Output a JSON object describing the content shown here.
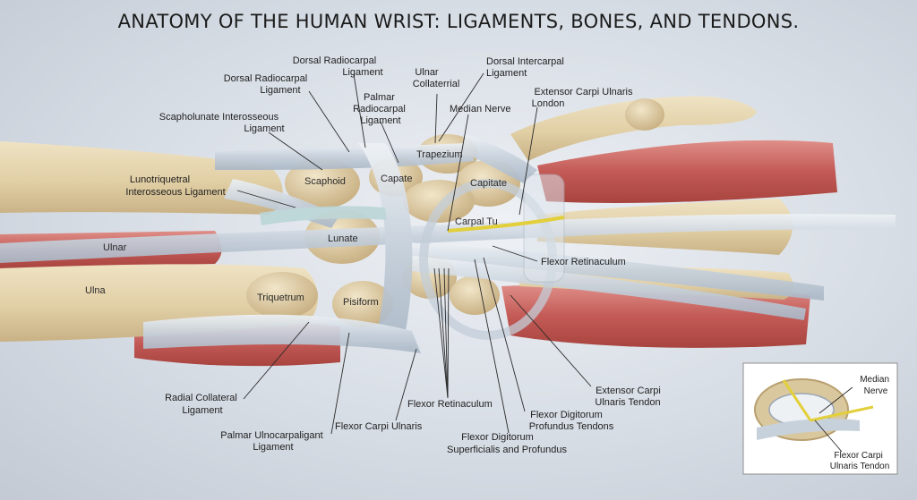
{
  "title": "ANATOMY OF THE HUMAN WRIST: LIGAMENTS, BONES, AND TENDONS.",
  "labels": {
    "dorsal_radiocarpal_1": [
      "Dorsal Radiocarpal",
      "Ligament"
    ],
    "dorsal_radiocarpal_2": [
      "Dorsal Radiocarpal",
      "Ligament"
    ],
    "palmar_radiocarpal": [
      "Palmar",
      "Radiocarpal",
      "Ligament"
    ],
    "ulnar_collateral": [
      "Ulnar",
      "Collaterrial"
    ],
    "dorsal_intercarpal": [
      "Dorsal Intercarpal",
      "Ligament"
    ],
    "median_nerve": [
      "Median Nerve"
    ],
    "extensor_carpi_ulnaris_london": [
      "Extensor Carpi Ulnaris",
      "London"
    ],
    "scapholunate": [
      "Scapholunate Interosseous",
      "Ligament"
    ],
    "lunotriquetral": [
      "Lunotriquetral",
      "Interosseous Ligament"
    ],
    "flexor_retinaculum_right": [
      "Flexor Retinaculum"
    ],
    "radial_collateral": [
      "Radial Collateral",
      "Ligament"
    ],
    "palmar_ulnocarpal": [
      "Palmar Ulnocarpaligant",
      "Ligament"
    ],
    "flexor_carpi_ulnaris": [
      "Flexor Carpi Ulnaris"
    ],
    "flexor_retinaculum_bottom": [
      "Flexor Retinaculum"
    ],
    "flexor_digitorum_sup": [
      "Flexor Digitorum",
      "Superficialis and Profundus"
    ],
    "flexor_digitorum_prof": [
      "Flexor Digitorum",
      "Profundus Tendons"
    ],
    "extensor_carpi_ulnaris_tendon": [
      "Extensor Carpi",
      "Ulnaris Tendon"
    ]
  },
  "bone_labels": {
    "scaphoid": "Scaphoid",
    "capate": "Capate",
    "trapezium": "Trapezium",
    "capitate": "Capitate",
    "lunate": "Lunate",
    "carpal_tu": "Carpal Tu",
    "ulnar": "Ulnar",
    "ulna": "Ulna",
    "triquetrum": "Triquetrum",
    "pisiform": "Pisiform"
  },
  "inset": {
    "median_nerve": [
      "Median",
      "Nerve"
    ],
    "flexor_carpi": [
      "Flexor Carpi",
      "Ulnaris Tendon"
    ]
  },
  "colors": {
    "bone": "#e3d3ad",
    "muscle": "#c96a66",
    "ligament": "#cdd6e0",
    "nerve": "#e2cf3a"
  }
}
